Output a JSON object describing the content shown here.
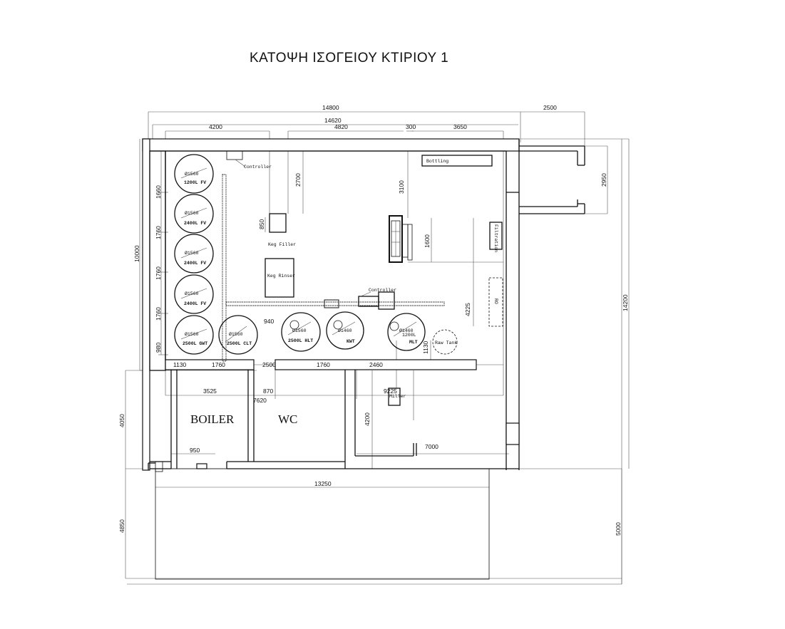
{
  "title": "ΚΑΤΟΨΗ ΙΣΟΓΕΙΟΥ ΚΤΙΡΙΟΥ 1",
  "dimensions": {
    "d14800": "14800",
    "d2500_top": "2500",
    "d14620": "14620",
    "d4200_top": "4200",
    "d4820": "4820",
    "d300": "300",
    "d3650": "3650",
    "d2700": "2700",
    "d3100": "3100",
    "d850": "850",
    "d1600": "1600",
    "d2950": "2950",
    "d10000": "10000",
    "d14200": "14200",
    "d1660": "1660",
    "d1760_a": "1760",
    "d1760_b": "1760",
    "d1760_c": "1760",
    "d980": "980",
    "d940": "940",
    "d4225": "4225",
    "d1130_right": "1130",
    "d1130_bottom": "1130",
    "d1760_bottom_a": "1760",
    "d2500_bottom": "2500",
    "d1760_bottom_b": "1760",
    "d2460": "2460",
    "d3525": "3525",
    "d870": "870",
    "d7620": "7620",
    "d9225": "9225",
    "d4050": "4050",
    "d4200_side": "4200",
    "d950": "950",
    "d7000": "7000",
    "d13250": "13250",
    "d4850": "4850",
    "d5000": "5000"
  },
  "tanks": [
    {
      "diameter": "Ø1560",
      "label": "1200L FV"
    },
    {
      "diameter": "Ø1560",
      "label": "2400L FV"
    },
    {
      "diameter": "Ø1560",
      "label": "2400L FV"
    },
    {
      "diameter": "Ø1560",
      "label": "2400L FV"
    },
    {
      "diameter": "Ø1560",
      "label": "2500L GWT"
    },
    {
      "diameter": "Ø1560",
      "label": "2500L CLT"
    },
    {
      "diameter": "Ø1560",
      "label": "2500L HLT"
    },
    {
      "diameter": "Ø1460",
      "label": "KWT"
    },
    {
      "diameter": "Ø1460",
      "label": "MLT",
      "extra": "1200L"
    }
  ],
  "equipment": {
    "controller_top": "Controller",
    "controller_mid": "Controller",
    "keg_filler": "Keg Filler",
    "keg_rinser": "Keg Rinser",
    "bottling": "Bottling",
    "filtration": "Filtration",
    "ro": "RO",
    "raw_tank": "Raw Tank",
    "miller": "Miller"
  },
  "rooms": {
    "boiler": "BOILER",
    "wc": "WC"
  }
}
